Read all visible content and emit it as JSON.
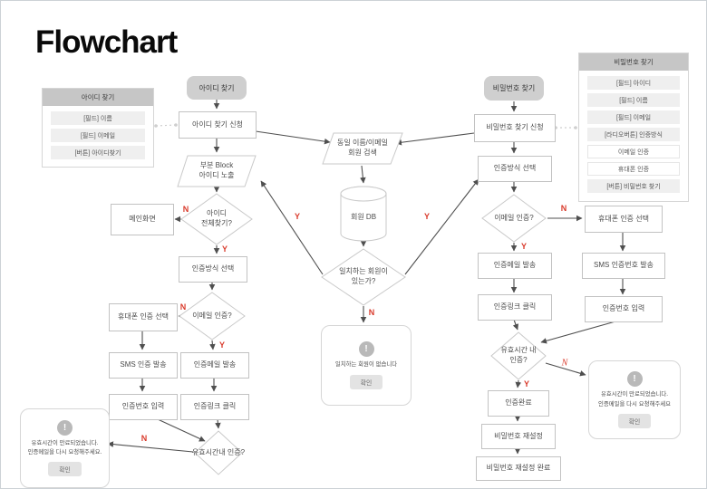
{
  "title": "Flowchart",
  "edge_labels": {
    "yes": "Y",
    "no": "N"
  },
  "colors": {
    "label_red": "#d93a2b",
    "start_node_gray": "#cfcfcf",
    "panel_header_gray": "#c6c6c6",
    "panel_item_gray": "#efefef",
    "arrow_gray": "#4f4f4f",
    "shape_border_gray": "#c2c2c2"
  },
  "panels": {
    "id_find": {
      "header": "아이디 찾기",
      "items": [
        "[필드] 이름",
        "[필드] 이메일",
        "[버튼] 아이디찾기"
      ]
    },
    "pw_find": {
      "header": "비밀번호 찾기",
      "items": [
        "[필드] 아이디",
        "[필드] 이름",
        "[필드] 이메일",
        "[라디오버튼] 인증방식",
        "이메일 인증",
        "휴대폰 인증",
        "[버튼] 비밀번호 찾기"
      ]
    }
  },
  "nodes": {
    "id_start": "아이디 찾기",
    "id_request": "아이디 찾기 신청",
    "id_expose": "부분 Block\n아이디 노출",
    "id_full_q": "아이디\n전체찾기?",
    "main_screen": "메인화면",
    "auth_select": "인증방식 선택",
    "email_q": "이메일 인증?",
    "phone_select": "휴대폰 인증 선택",
    "sms_send": "SMS 인증 발송",
    "code_input": "인증번호 입력",
    "email_send": "인증메일 발송",
    "link_click": "인증링크 클릭",
    "valid_q": "유효시간내 인증?",
    "search": "동일 이름/이메일\n회원 검색",
    "db": "회원 DB",
    "match_q": "일치하는 회원이\n있는가?",
    "pw_start": "비밀번호 찾기",
    "pw_request": "비밀번호 찾기 신청",
    "pw_auth_select": "인증방식 선택",
    "pw_email_q": "이메일 인증?",
    "pw_phone_select": "휴대폰 인증 선택",
    "pw_sms_send": "SMS 인증번호 발송",
    "pw_code_input": "인증번호 입력",
    "pw_email_send": "인증메일 발송",
    "pw_link_click": "인증링크 클릭",
    "pw_valid_q": "유효시간 내\n인증?",
    "pw_done": "인증완료",
    "pw_reset": "비밀번호 재설정",
    "pw_reset_done": "비밀번호 재설정 완료"
  },
  "modals": {
    "expire_left": {
      "icon": "!",
      "text": "유효시간이 만료되었습니다.\n인증메일을 다시 요청해주세요.",
      "button": "확인"
    },
    "no_match": {
      "icon": "!",
      "text": "일치하는 회원이 없습니다",
      "button": "확인"
    },
    "expire_right": {
      "icon": "!",
      "text": "유효시간이 만료되었습니다.\n인증메일을 다시 요청해주세요",
      "button": "확인"
    }
  }
}
